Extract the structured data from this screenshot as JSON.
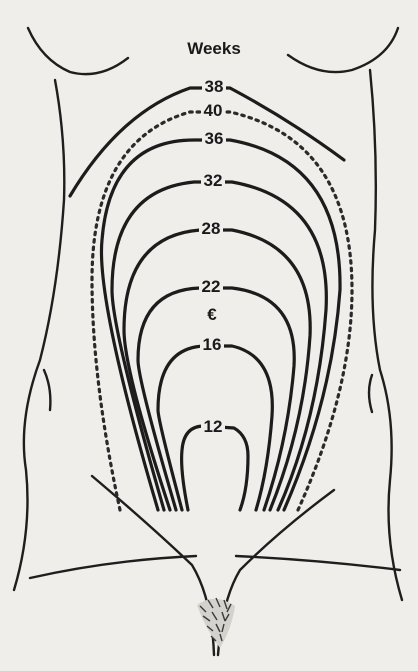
{
  "diagram": {
    "header_label": "Weeks",
    "curves": [
      {
        "label": "38",
        "line": "solid"
      },
      {
        "label": "40",
        "line": "dotted"
      },
      {
        "label": "36",
        "line": "solid"
      },
      {
        "label": "32",
        "line": "solid"
      },
      {
        "label": "28",
        "line": "solid"
      },
      {
        "label": "22",
        "line": "solid"
      },
      {
        "label": "16",
        "line": "solid"
      },
      {
        "label": "12",
        "line": "solid"
      }
    ],
    "umbilicus_symbol": "€"
  }
}
